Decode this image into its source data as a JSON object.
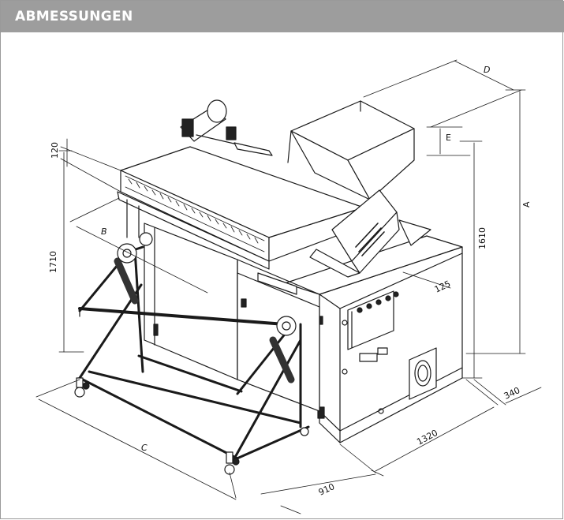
{
  "header": {
    "title": "ABMESSUNGEN",
    "bg_color": "#9d9d9d",
    "text_color": "#ffffff"
  },
  "dimensions": {
    "d120": "120",
    "d1710": "1710",
    "dB": "B",
    "dC": "C",
    "dD": "D",
    "dE": "E",
    "dA": "A",
    "d1610": "1610",
    "d125": "125",
    "d340": "340",
    "d1320": "1320",
    "d910": "910"
  }
}
